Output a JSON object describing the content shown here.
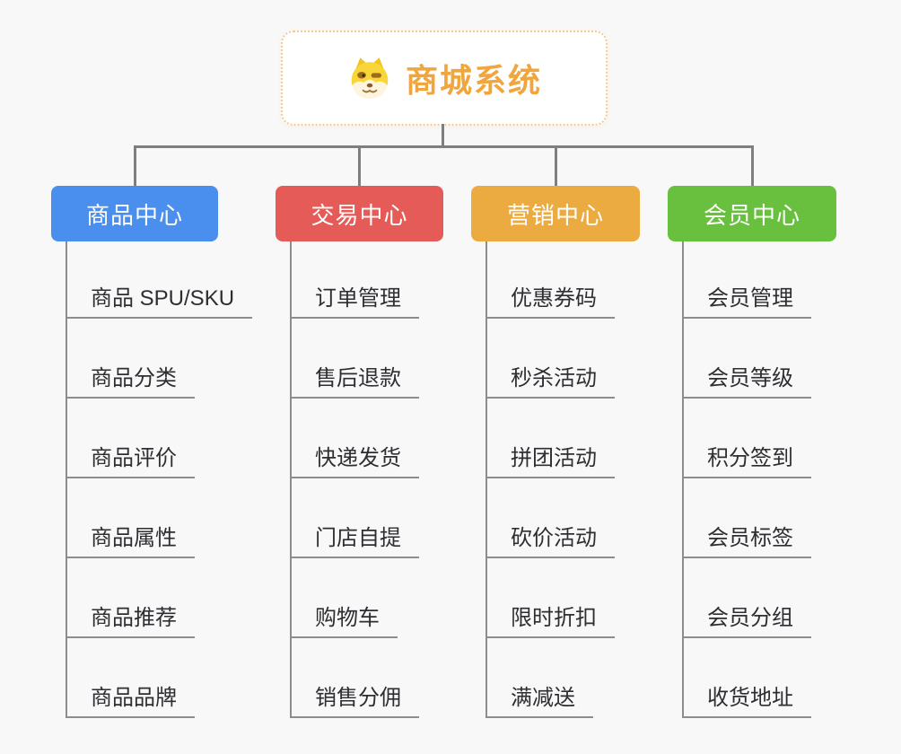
{
  "root": {
    "title": "商城系统",
    "icon": "shiba-dog-icon"
  },
  "branches": [
    {
      "label": "商品中心",
      "color": "#4a8fee",
      "items": [
        "商品 SPU/SKU",
        "商品分类",
        "商品评价",
        "商品属性",
        "商品推荐",
        "商品品牌"
      ]
    },
    {
      "label": "交易中心",
      "color": "#e55b57",
      "items": [
        "订单管理",
        "售后退款",
        "快递发货",
        "门店自提",
        "购物车",
        "销售分佣"
      ]
    },
    {
      "label": "营销中心",
      "color": "#ecab40",
      "items": [
        "优惠券码",
        "秒杀活动",
        "拼团活动",
        "砍价活动",
        "限时折扣",
        "满减送"
      ]
    },
    {
      "label": "会员中心",
      "color": "#69c03e",
      "items": [
        "会员管理",
        "会员等级",
        "积分签到",
        "会员标签",
        "会员分组",
        "收货地址"
      ]
    }
  ],
  "colors": {
    "background": "#f8f8f8",
    "root_accent": "#f0a63d",
    "root_border": "#f5c98c",
    "connector": "#7f7f7f",
    "item_text": "#2e2e32"
  }
}
